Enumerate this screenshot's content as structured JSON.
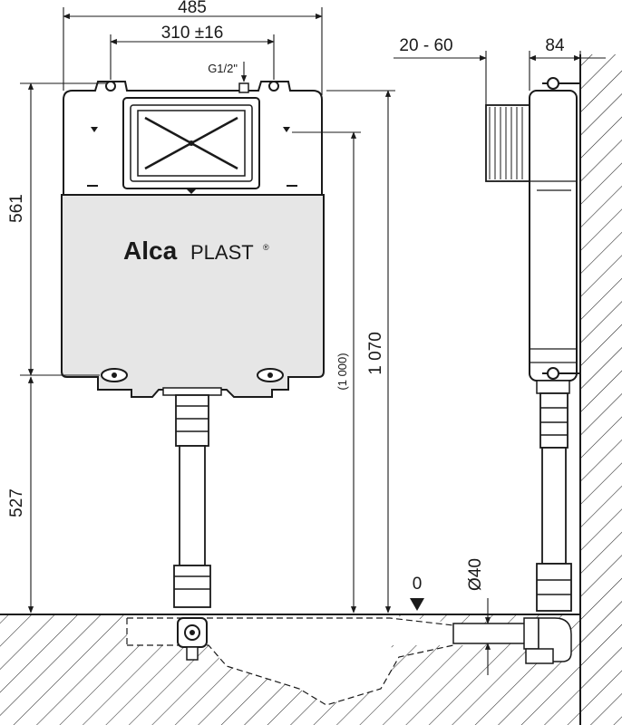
{
  "dimensions": {
    "total_width": "485",
    "mount_spacing": "310 ±16",
    "water_inlet": "G1/2\"",
    "upper_height": "561",
    "lower_height": "527",
    "ref_height": "(1 000)",
    "total_height": "1 070",
    "zero_mark": "0",
    "pipe_diameter": "Ø40",
    "wall_gap": "20 - 60",
    "depth": "84"
  },
  "brand": {
    "name_bold": "Alca",
    "name_plain": "PLAST",
    "registered": "®"
  },
  "colors": {
    "line": "#1a1a1a",
    "tank_fill": "#e6e6e6",
    "hatch": "#1a1a1a"
  }
}
